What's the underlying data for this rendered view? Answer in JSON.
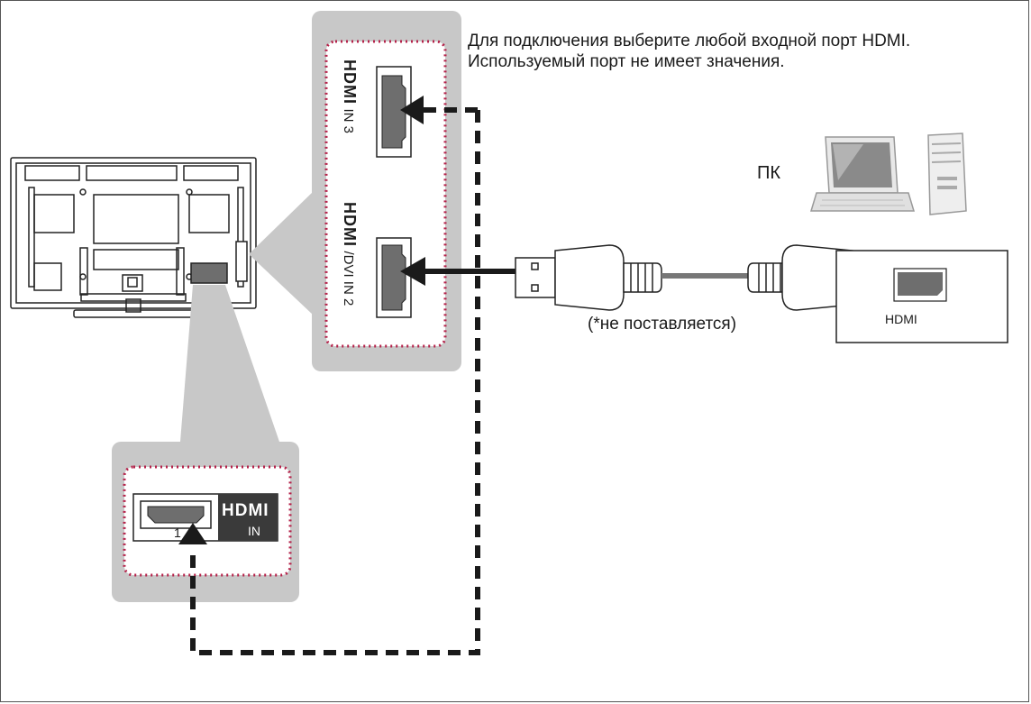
{
  "caption": {
    "line1": "Для подключения выберите любой входной порт HDMI.",
    "line2": "Используемый порт не имеет значения."
  },
  "pc_label": "ПК",
  "cable_note": "(*не поставляется)",
  "pc_port_label": "HDMI",
  "ports": {
    "in3": {
      "logo": "HDMI",
      "text": "IN 3"
    },
    "in2": {
      "logo": "HDMI",
      "text": "/DVI IN 2"
    },
    "in1": {
      "logo": "HDMI",
      "text": "IN",
      "number": "1"
    }
  },
  "colors": {
    "callout": "#c8c8c8",
    "dotted_border": "#b5224a",
    "cable": "#1a1a1a",
    "port_fill": "#6e6e6e"
  }
}
